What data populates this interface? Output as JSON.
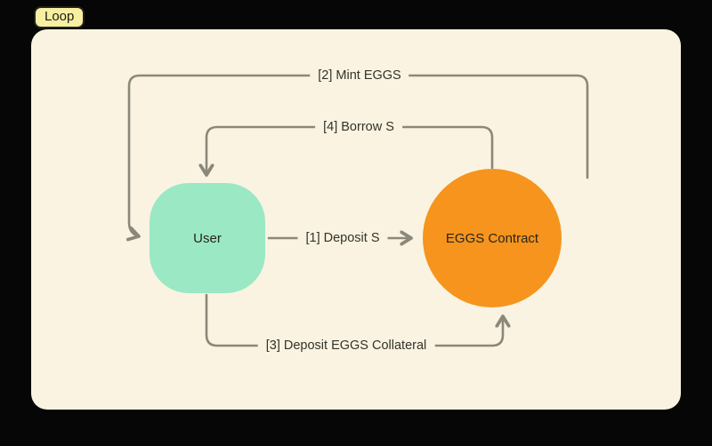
{
  "badge": {
    "label": "Loop"
  },
  "diagram": {
    "nodes": [
      {
        "id": "user",
        "label": "User",
        "shape": "rounded-square",
        "color": "#9BE8C4"
      },
      {
        "id": "eggs-contract",
        "label": "EGGS Contract",
        "shape": "circle",
        "color": "#F6941D"
      }
    ],
    "edges": [
      {
        "id": "deposit-s",
        "label": "[1] Deposit S",
        "from": "user",
        "to": "eggs-contract"
      },
      {
        "id": "mint-eggs",
        "label": "[2] Mint EGGS",
        "from": "eggs-contract",
        "to": "user"
      },
      {
        "id": "deposit-eggs-collateral",
        "label": "[3] Deposit EGGS Collateral",
        "from": "user",
        "to": "eggs-contract"
      },
      {
        "id": "borrow-s",
        "label": "[4] Borrow S",
        "from": "eggs-contract",
        "to": "user"
      }
    ],
    "colors": {
      "background": "#000000",
      "panel": "#FAF3E1",
      "arrow": "#8B887A",
      "user_node": "#9BE8C4",
      "contract_node": "#F6941D",
      "badge_bg": "#F9EFA3",
      "text": "#33332A"
    }
  }
}
